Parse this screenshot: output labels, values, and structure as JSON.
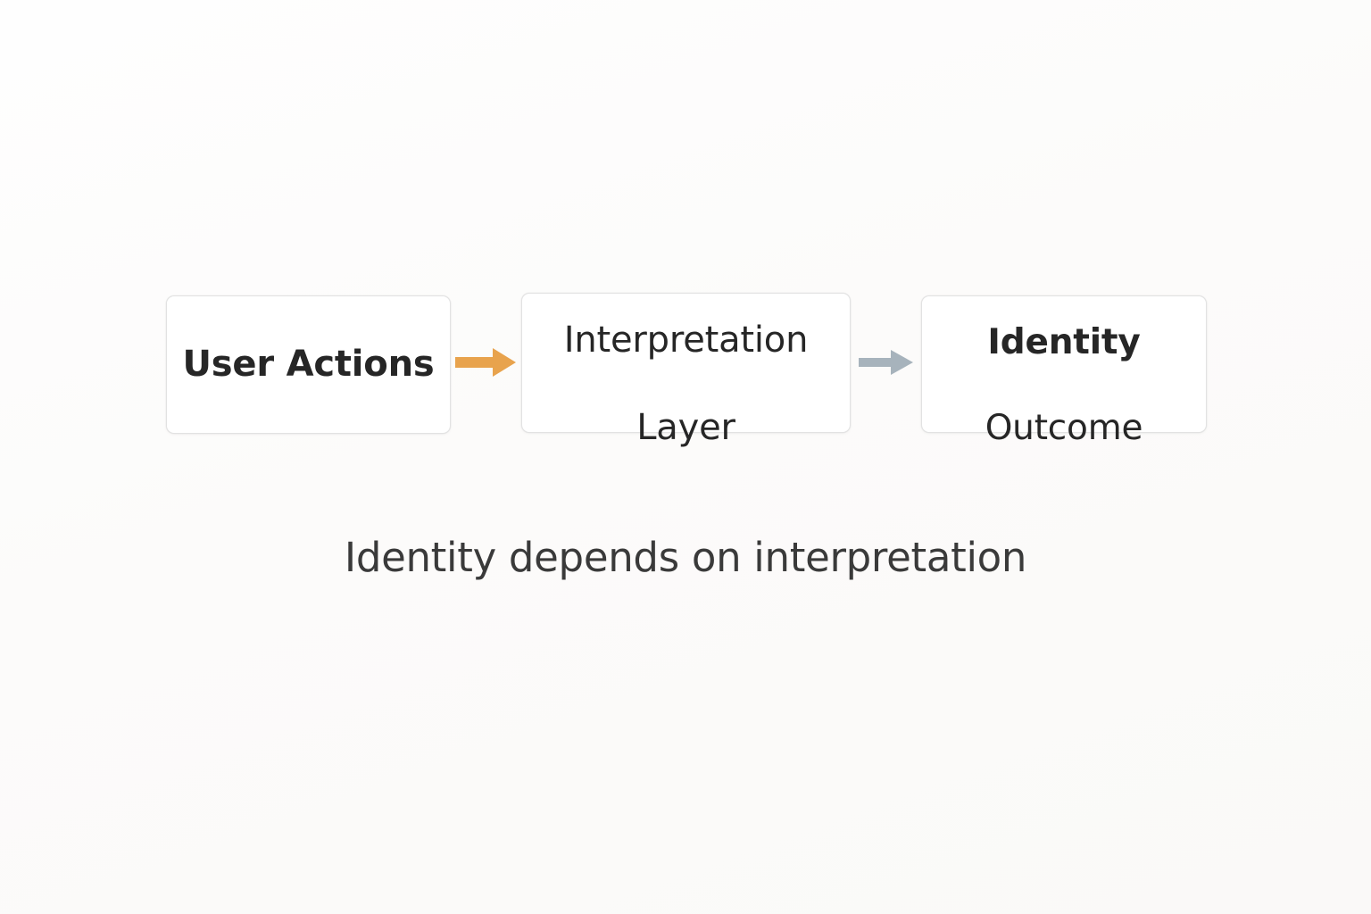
{
  "theme": {
    "background": "#fdfcfb",
    "node_fill": "#ffffff",
    "node_border": "#e2e2e2",
    "node_text": "#262626",
    "caption_text": "#3a3a3a",
    "arrow_primary": "#e8a34d",
    "arrow_secondary": "#a7b3bc"
  },
  "diagram": {
    "type": "flow",
    "nodes": [
      {
        "id": "user-actions",
        "label": "User Actions"
      },
      {
        "id": "interpretation-layer",
        "label_line1": "Interpretation",
        "label_line2": "Layer"
      },
      {
        "id": "identity-outcome",
        "label_line1": "Identity",
        "label_line2": "Outcome"
      }
    ],
    "arrows": [
      {
        "id": "arrow-1",
        "from": "user-actions",
        "to": "interpretation-layer",
        "color": "#e8a34d",
        "direction": "right"
      },
      {
        "id": "arrow-2",
        "from": "interpretation-layer",
        "to": "identity-outcome",
        "color": "#a7b3bc",
        "direction": "right"
      }
    ]
  },
  "caption": {
    "text": "Identity depends on interpretation"
  }
}
